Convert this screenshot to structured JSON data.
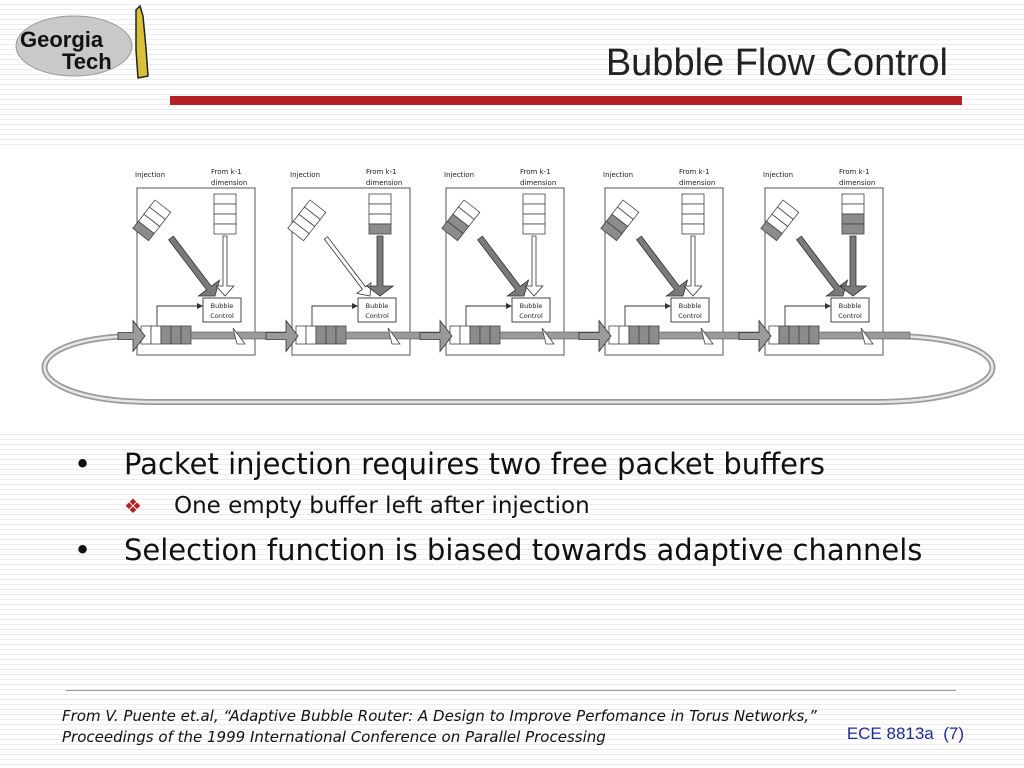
{
  "logo": {
    "line1": "Georgia",
    "line2": "Tech"
  },
  "slide": {
    "title": "Bubble Flow Control"
  },
  "diagram": {
    "injection_label": "Injection",
    "from_label_line1": "From k-1",
    "from_label_line2": "dimension",
    "bubble_line1": "Bubble",
    "bubble_line2": "Control",
    "routers": [
      {
        "injection_filled": 1,
        "from_filled": 0,
        "ring_filled": 3
      },
      {
        "injection_filled": 0,
        "from_filled": 1,
        "ring_filled": 3
      },
      {
        "injection_filled": 2,
        "from_filled": 0,
        "ring_filled": 3
      },
      {
        "injection_filled": 2,
        "from_filled": 0,
        "ring_filled": 3
      },
      {
        "injection_filled": 1,
        "from_filled": 2,
        "ring_filled": 4
      }
    ]
  },
  "bullets": [
    {
      "marker": "•",
      "text": "Packet injection requires two free packet buffers",
      "sub": [
        {
          "marker": "❖",
          "text": "One empty buffer left after injection"
        }
      ]
    },
    {
      "marker": "•",
      "text": "Selection function is biased towards adaptive channels",
      "sub": []
    }
  ],
  "footer": {
    "citation_line1": "From V. Puente et.al, “Adaptive Bubble Router: A Design to Improve Perfomance in Torus Networks,”",
    "citation_line2": "Proceedings of the 1999 International Conference on Parallel Processing",
    "course": "ECE 8813a",
    "page": "(7)"
  }
}
